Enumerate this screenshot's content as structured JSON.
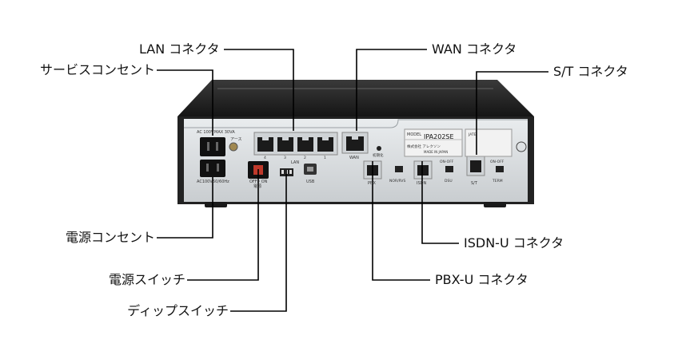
{
  "labels": {
    "lan": "LAN コネクタ",
    "wan": "WAN コネクタ",
    "st": "S/T コネクタ",
    "service_outlet": "サービスコンセント",
    "power_outlet": "電源コンセント",
    "power_switch": "電源スイッチ",
    "dip_switch": "ディップスイッチ",
    "isdn_u": "ISDN-U コネクタ",
    "pbx_u": "PBX-U コネクタ"
  },
  "device": {
    "model_caption": "MODEL",
    "model": "IPA202SE",
    "maker": "株式会社 アレクソン",
    "made_in": "MADE IN JAPAN",
    "ac_in": "AC 100V",
    "ac_max": "MAX 30VA",
    "ac_out": "AC100V",
    "hz": "50/60Hz",
    "ground": "アース",
    "off_on": "OFF・ON",
    "power_mark": "電源",
    "lan_caption": "LAN",
    "lan_ports": [
      "4",
      "3",
      "2",
      "1"
    ],
    "wan_caption": "WAN",
    "usb_caption": "USB",
    "pbx_caption": "PBX",
    "init_caption": "初期化",
    "nor_rvs": "NOR/RVS",
    "isdn_caption": "ISDN",
    "on_off": "ON-OFF",
    "dsu": "DSU",
    "st_caption": "S/T",
    "term": "TERM",
    "on_off_2": "ON-OFF",
    "jate": "JATE"
  }
}
